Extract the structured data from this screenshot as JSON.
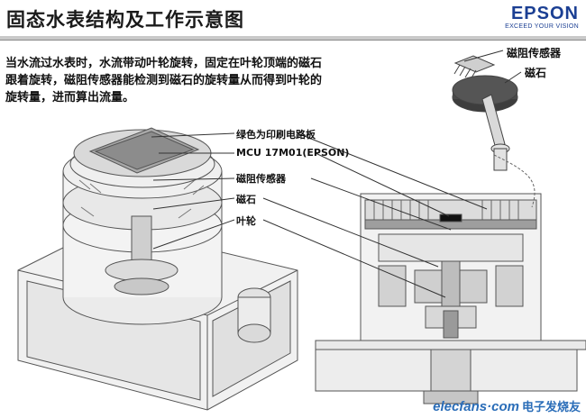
{
  "header": {
    "title": "固态水表结构及工作示意图",
    "brand": "EPSON",
    "brand_tagline": "EXCEED YOUR VISION"
  },
  "description": "当水流过水表时，水流带动叶轮旋转，固定在叶轮顶端的磁石跟着旋转，磁阻传感器能检测到磁石的旋转量从而得到叶轮的旋转量，进而算出流量。",
  "callouts": {
    "pcb": "绿色为印刷电路板",
    "mcu": "MCU 17M01(EPSON)",
    "mr_sensor": "磁阻传感器",
    "magnet": "磁石",
    "impeller": "叶轮"
  },
  "inset": {
    "mr_sensor": "磁阻传感器",
    "magnet": "磁石"
  },
  "watermark": {
    "site": "elecfans·com",
    "cn": "电子发烧友"
  }
}
